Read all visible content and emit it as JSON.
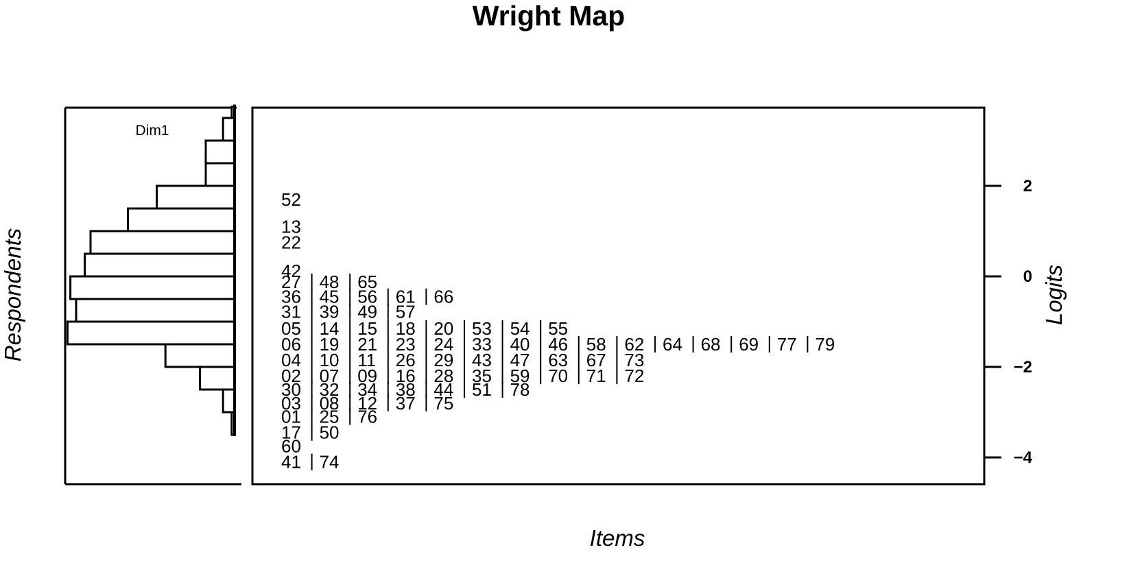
{
  "chart_data": {
    "type": "wright_map",
    "title": "Wright Map",
    "xlabel": "Items",
    "ylabel_left": "Respondents",
    "ylabel_right": "Logits",
    "dimension_label": "Dim1",
    "y_ticks": [
      {
        "value": 2,
        "label": "2"
      },
      {
        "value": 0,
        "label": "0"
      },
      {
        "value": -2,
        "label": "−2"
      },
      {
        "value": -4,
        "label": "−4"
      }
    ],
    "ylim": [
      -4.5,
      3.75
    ],
    "respondent_histogram": {
      "bins": [
        {
          "from": 3.5,
          "to": 3.75,
          "count": 1
        },
        {
          "from": 3.0,
          "to": 3.5,
          "count": 4
        },
        {
          "from": 2.5,
          "to": 3.0,
          "count": 10
        },
        {
          "from": 2.0,
          "to": 2.5,
          "count": 10
        },
        {
          "from": 1.5,
          "to": 2.0,
          "count": 27
        },
        {
          "from": 1.0,
          "to": 1.5,
          "count": 37
        },
        {
          "from": 0.5,
          "to": 1.0,
          "count": 50
        },
        {
          "from": 0.0,
          "to": 0.5,
          "count": 52
        },
        {
          "from": -0.5,
          "to": 0.0,
          "count": 57
        },
        {
          "from": -1.0,
          "to": -0.5,
          "count": 55
        },
        {
          "from": -1.5,
          "to": -1.0,
          "count": 58
        },
        {
          "from": -2.0,
          "to": -1.5,
          "count": 24
        },
        {
          "from": -2.5,
          "to": -2.0,
          "count": 12
        },
        {
          "from": -3.0,
          "to": -2.5,
          "count": 4
        },
        {
          "from": -3.5,
          "to": -3.0,
          "count": 1
        }
      ]
    },
    "item_rows": [
      {
        "logit": 1.7,
        "items": [
          "52"
        ]
      },
      {
        "logit": 1.1,
        "items": [
          "13"
        ]
      },
      {
        "logit": 0.75,
        "items": [
          "22"
        ]
      },
      {
        "logit": 0.12,
        "items": [
          "42"
        ]
      },
      {
        "logit": -0.12,
        "items": [
          "27",
          "48",
          "65"
        ]
      },
      {
        "logit": -0.45,
        "items": [
          "36",
          "45",
          "56",
          "61",
          "66"
        ]
      },
      {
        "logit": -0.78,
        "items": [
          "31",
          "39",
          "49",
          "57"
        ]
      },
      {
        "logit": -1.15,
        "items": [
          "05",
          "14",
          "15",
          "18",
          "20",
          "53",
          "54",
          "55"
        ]
      },
      {
        "logit": -1.5,
        "items": [
          "06",
          "19",
          "21",
          "23",
          "24",
          "33",
          "40",
          "46",
          "58",
          "62",
          "64",
          "68",
          "69",
          "77",
          "79"
        ]
      },
      {
        "logit": -1.85,
        "items": [
          "04",
          "10",
          "11",
          "26",
          "29",
          "43",
          "47",
          "63",
          "67",
          "73"
        ]
      },
      {
        "logit": -2.2,
        "items": [
          "02",
          "07",
          "09",
          "16",
          "28",
          "35",
          "59",
          "70",
          "71",
          "72"
        ]
      },
      {
        "logit": -2.5,
        "items": [
          "30",
          "32",
          "34",
          "38",
          "44",
          "51",
          "78"
        ]
      },
      {
        "logit": -2.8,
        "items": [
          "03",
          "08",
          "12",
          "37",
          "75"
        ]
      },
      {
        "logit": -3.1,
        "items": [
          "01",
          "25",
          "76"
        ]
      },
      {
        "logit": -3.45,
        "items": [
          "17",
          "50"
        ]
      },
      {
        "logit": -3.75,
        "items": [
          "60"
        ]
      },
      {
        "logit": -4.1,
        "items": [
          "41",
          "74"
        ]
      }
    ]
  }
}
